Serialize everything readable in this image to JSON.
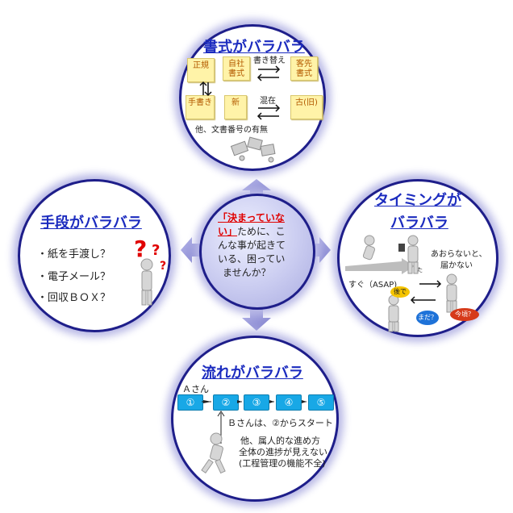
{
  "top": {
    "title": "書式がバラバラ",
    "notes": [
      "正規",
      "自社\n書式",
      "客先\n書式",
      "手書き",
      "新",
      "古(旧)"
    ],
    "label_replace": "書き替え",
    "label_mixed": "混在",
    "label_other": "他、文書番号の有無"
  },
  "center": {
    "line1_red": "「決まっていな",
    "line2_red": "い」",
    "line2_rest": "ために、こ",
    "line3": "んな事が起きて",
    "line4": "いる、困ってい",
    "line5": "ませんか？"
  },
  "left": {
    "title": "手段がバラバラ",
    "items": [
      "・紙を手渡し？",
      "・電子メール？",
      "・回収ＢＯＸ？"
    ]
  },
  "right": {
    "title_line1": "タイミングが",
    "title_line2": "バラバラ",
    "asap": "すぐ（ASAP)",
    "not_delivered_1": "あおらないと、",
    "not_delivered_2": "届かない",
    "ta": "た",
    "later": "後で",
    "not_yet": "まだ？",
    "now": "今頃？"
  },
  "bottom": {
    "title": "流れがバラバラ",
    "person_a": "Ａさん",
    "steps": [
      "①",
      "②",
      "③",
      "④",
      "⑤"
    ],
    "person_b": "Ｂさんは、②からスタート",
    "note_1": "他、属人的な進め方",
    "note_2": "全体の進捗が見えない",
    "note_3": "(工程管理の機能不全)"
  },
  "colors": {
    "border": "#1e1e8a",
    "glow": "#b9b9e6",
    "title": "#1b2bbf",
    "red": "#e00000",
    "step": "#18a8e6",
    "note": "#fff3a8",
    "connector": "#8f8fd6"
  }
}
